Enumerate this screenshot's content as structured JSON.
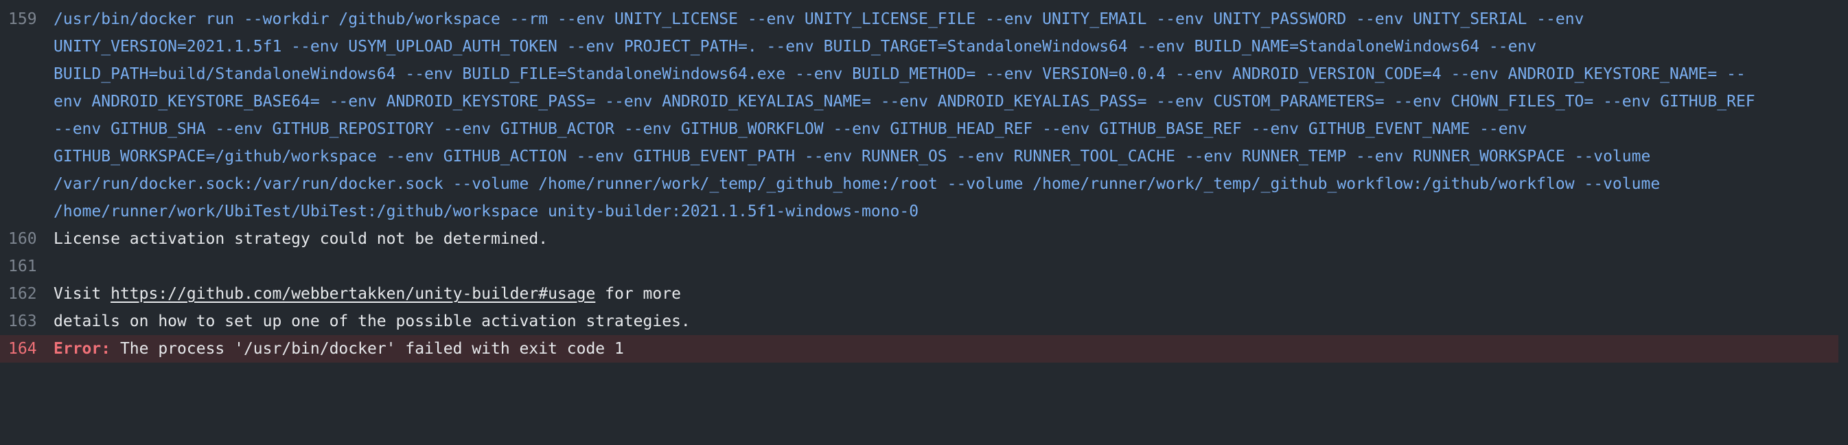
{
  "colors": {
    "background": "#24292f",
    "command_text": "#7aaef0",
    "plain_text": "#e6e8eb",
    "line_number": "#7d8590",
    "error_text": "#f07178",
    "error_row_background": "#3d2a2f"
  },
  "log": {
    "lines": [
      {
        "number": "159",
        "type": "command",
        "wrapped": [
          "/usr/bin/docker run --workdir /github/workspace --rm --env UNITY_LICENSE --env UNITY_LICENSE_FILE --env UNITY_EMAIL --env UNITY_PASSWORD --env UNITY_SERIAL --env",
          "UNITY_VERSION=2021.1.5f1 --env USYM_UPLOAD_AUTH_TOKEN --env PROJECT_PATH=. --env BUILD_TARGET=StandaloneWindows64 --env BUILD_NAME=StandaloneWindows64 --env",
          "BUILD_PATH=build/StandaloneWindows64 --env BUILD_FILE=StandaloneWindows64.exe --env BUILD_METHOD= --env VERSION=0.0.4 --env ANDROID_VERSION_CODE=4 --env ANDROID_KEYSTORE_NAME= --",
          "env ANDROID_KEYSTORE_BASE64= --env ANDROID_KEYSTORE_PASS= --env ANDROID_KEYALIAS_NAME= --env ANDROID_KEYALIAS_PASS= --env CUSTOM_PARAMETERS= --env CHOWN_FILES_TO= --env GITHUB_REF",
          "--env GITHUB_SHA --env GITHUB_REPOSITORY --env GITHUB_ACTOR --env GITHUB_WORKFLOW --env GITHUB_HEAD_REF --env GITHUB_BASE_REF --env GITHUB_EVENT_NAME --env",
          "GITHUB_WORKSPACE=/github/workspace --env GITHUB_ACTION --env GITHUB_EVENT_PATH --env RUNNER_OS --env RUNNER_TOOL_CACHE --env RUNNER_TEMP --env RUNNER_WORKSPACE --volume",
          "/var/run/docker.sock:/var/run/docker.sock --volume /home/runner/work/_temp/_github_home:/root --volume /home/runner/work/_temp/_github_workflow:/github/workflow --volume",
          "/home/runner/work/UbiTest/UbiTest:/github/workspace unity-builder:2021.1.5f1-windows-mono-0"
        ]
      },
      {
        "number": "160",
        "type": "plain",
        "text": "License activation strategy could not be determined."
      },
      {
        "number": "161",
        "type": "plain",
        "text": ""
      },
      {
        "number": "162",
        "type": "link",
        "prefix": "Visit ",
        "link_text": "https://github.com/webbertakken/unity-builder#usage",
        "suffix": " for more"
      },
      {
        "number": "163",
        "type": "plain",
        "text": "details on how to set up one of the possible activation strategies."
      },
      {
        "number": "164",
        "type": "error",
        "label": "Error:",
        "text": " The process '/usr/bin/docker' failed with exit code 1"
      }
    ]
  }
}
